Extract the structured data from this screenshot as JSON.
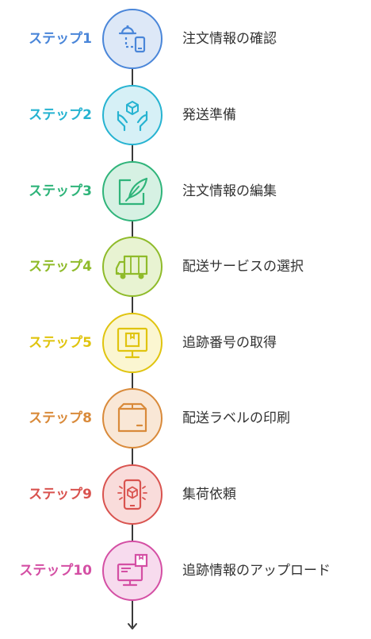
{
  "steps": [
    {
      "label": "ステップ1",
      "text": "注文情報の確認",
      "icon": "order-delivery-phone-icon",
      "color": "#4a86d9",
      "fill": "#dde8f7"
    },
    {
      "label": "ステップ2",
      "text": "発送準備",
      "icon": "box-in-hands-icon",
      "color": "#26b3d1",
      "fill": "#d6f0f6"
    },
    {
      "label": "ステップ3",
      "text": "注文情報の編集",
      "icon": "edit-feather-icon",
      "color": "#2fb47a",
      "fill": "#d6f1e3"
    },
    {
      "label": "ステップ4",
      "text": "配送サービスの選択",
      "icon": "delivery-truck-icon",
      "color": "#8fbb2a",
      "fill": "#e8f3d2"
    },
    {
      "label": "ステップ5",
      "text": "追跡番号の取得",
      "icon": "monitor-package-icon",
      "color": "#e0c40f",
      "fill": "#fbf6d1"
    },
    {
      "label": "ステップ8",
      "text": "配送ラベルの印刷",
      "icon": "cardboard-box-icon",
      "color": "#d98a3a",
      "fill": "#f9e7d6"
    },
    {
      "label": "ステップ9",
      "text": "集荷依頼",
      "icon": "phone-package-icon",
      "color": "#d9534f",
      "fill": "#f9dcdb"
    },
    {
      "label": "ステップ10",
      "text": "追跡情報のアップロード",
      "icon": "computer-package-icon",
      "color": "#d44fa4",
      "fill": "#f7dbee"
    }
  ]
}
